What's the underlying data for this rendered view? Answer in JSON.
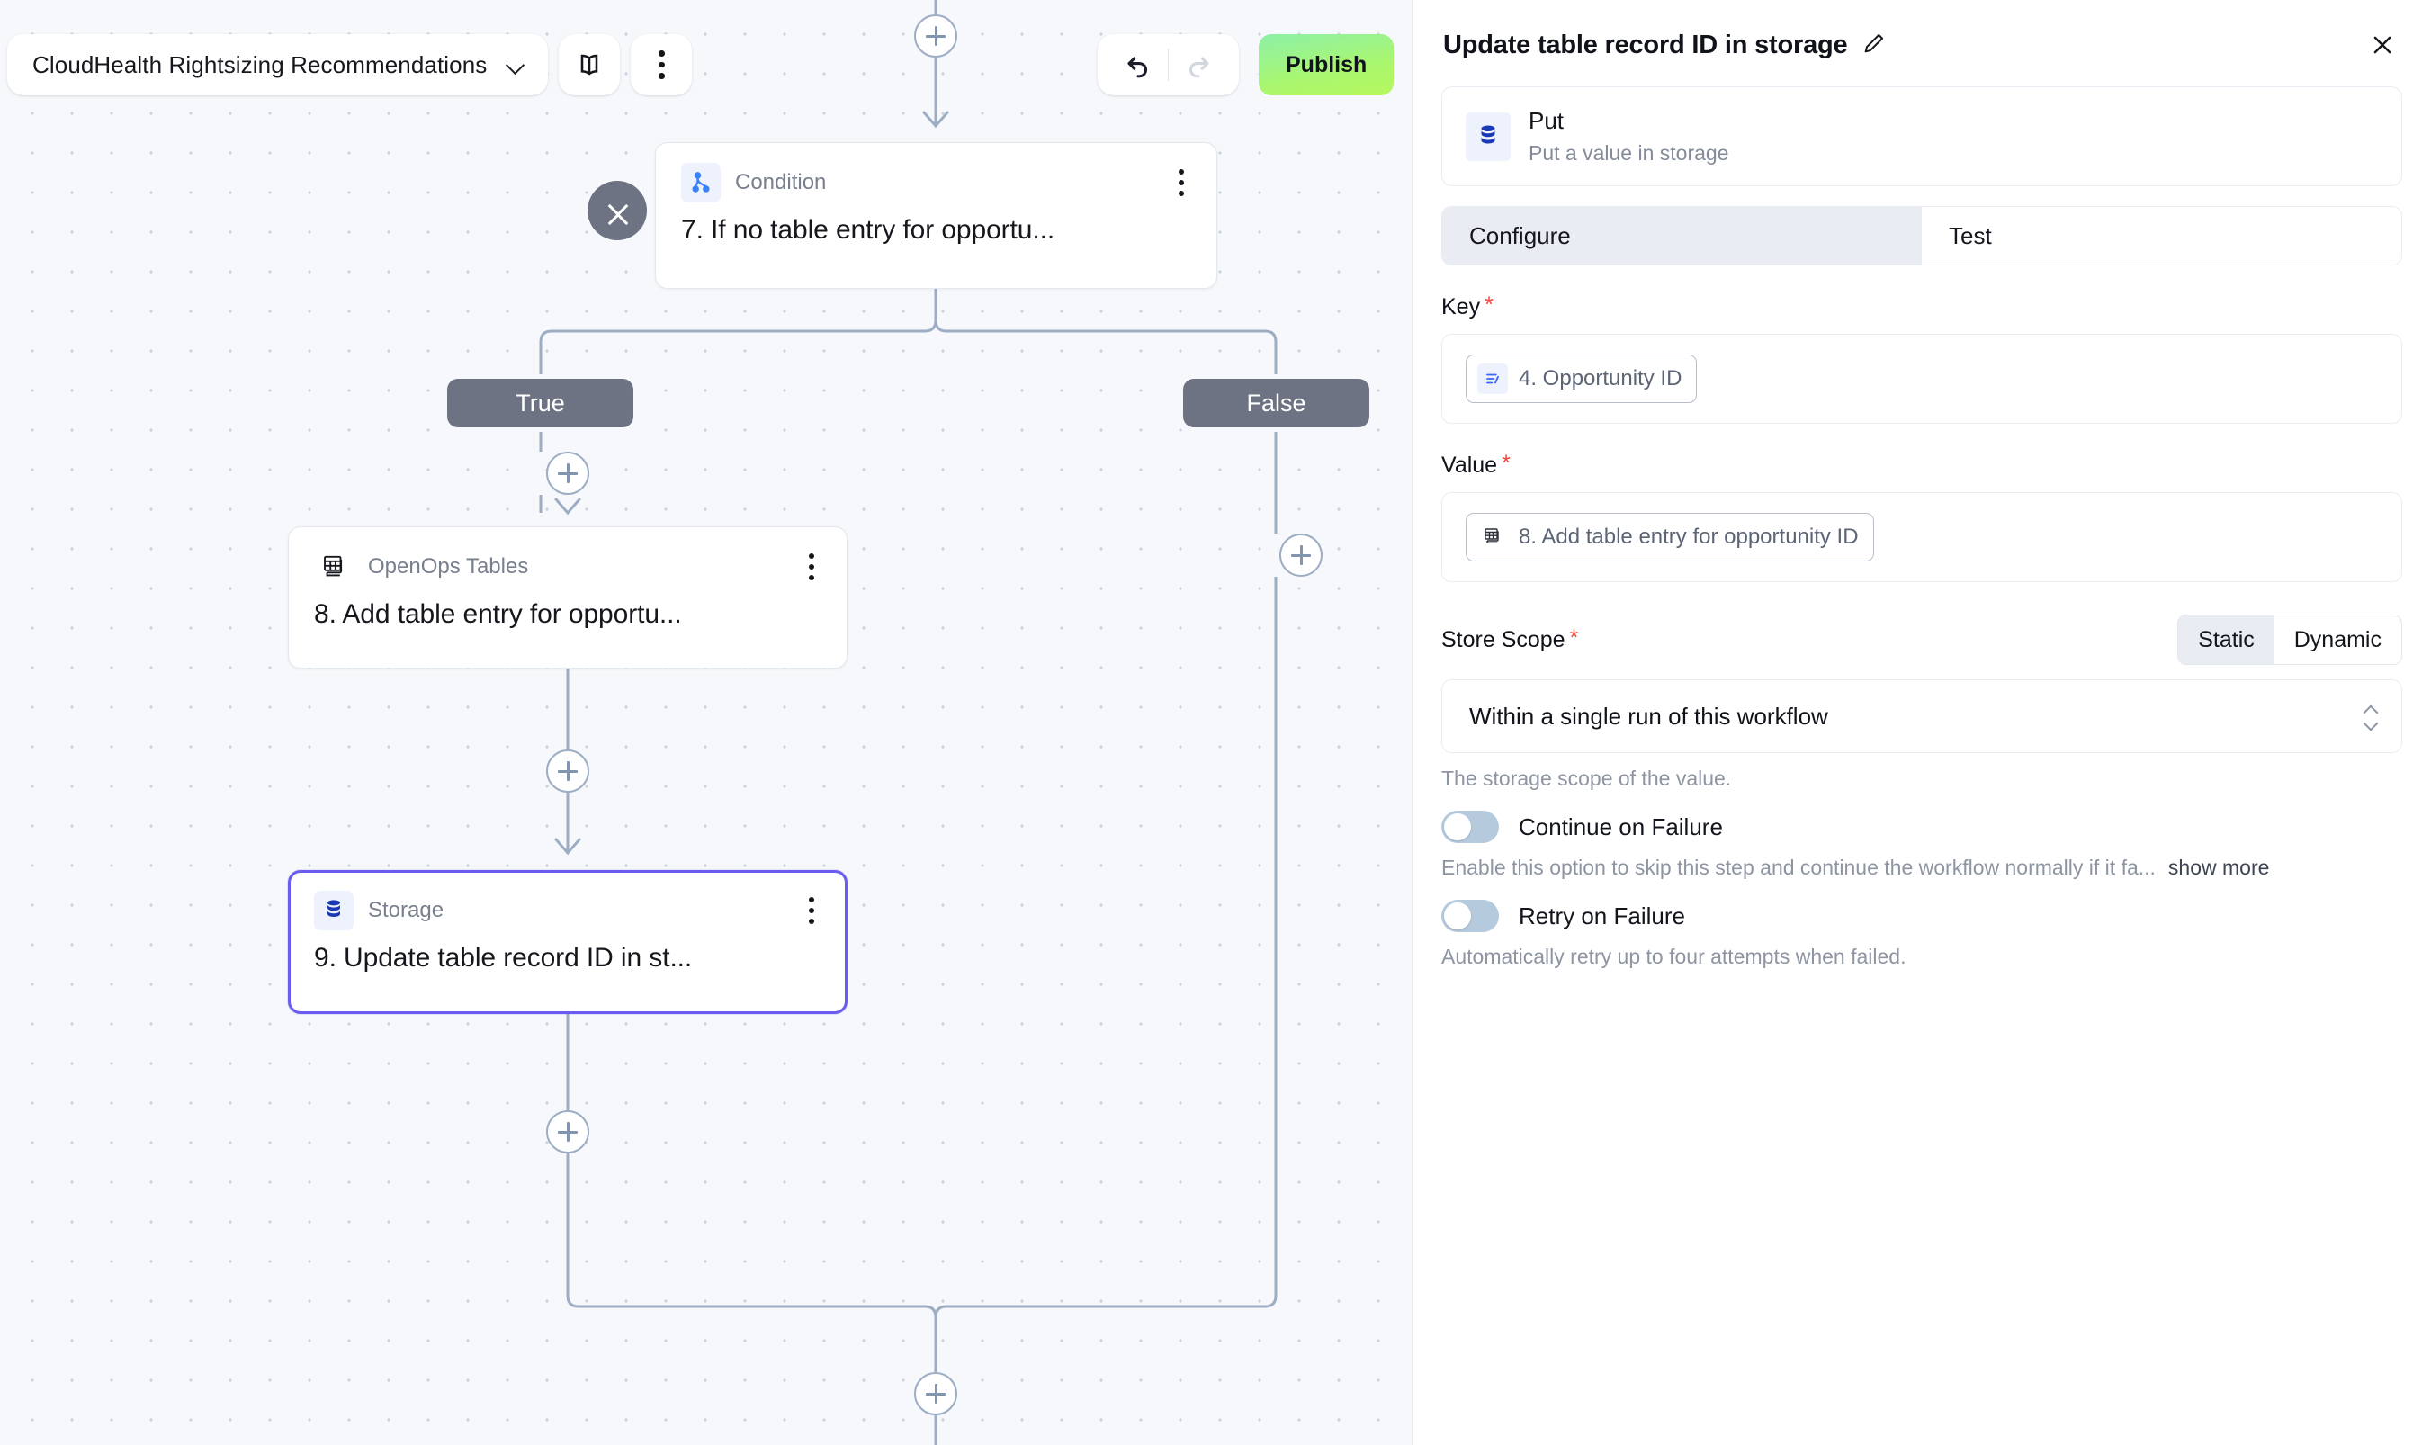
{
  "toolbar": {
    "workflow_name": "CloudHealth Rightsizing Recommendations",
    "chevron_icon": "chevron-down-icon",
    "docs_icon": "book-icon",
    "more_icon": "more-vertical-icon",
    "undo_icon": "undo-icon",
    "redo_icon": "redo-icon",
    "publish_label": "Publish",
    "publish_color": "#a9f66f"
  },
  "canvas": {
    "collapse_icon": "collapse-icon",
    "add_icon": "plus-icon",
    "nodes": [
      {
        "id": "condition",
        "type_label": "Condition",
        "name": "7. If no table entry for opportu...",
        "icon": "branch-icon",
        "selected": false
      },
      {
        "id": "tables",
        "type_label": "OpenOps Tables",
        "name": "8. Add table entry for opportu...",
        "icon": "table-stack-icon",
        "selected": false
      },
      {
        "id": "storage",
        "type_label": "Storage",
        "name": "9. Update table record ID in st...",
        "icon": "database-icon",
        "selected": true,
        "selected_color": "#6a5cf0"
      }
    ],
    "branches": [
      {
        "id": "true",
        "label": "True"
      },
      {
        "id": "false",
        "label": "False"
      }
    ]
  },
  "panel": {
    "title": "Update table record ID in storage",
    "edit_icon": "pencil-icon",
    "close_icon": "close-icon",
    "action": {
      "icon": "database-icon",
      "name": "Put",
      "description": "Put a value in storage"
    },
    "tabs": [
      {
        "id": "configure",
        "label": "Configure",
        "active": true
      },
      {
        "id": "test",
        "label": "Test",
        "active": false
      }
    ],
    "fields": {
      "key": {
        "label": "Key",
        "required": true,
        "chip_icon": "variable-icon",
        "chip_text": "4. Opportunity ID"
      },
      "value": {
        "label": "Value",
        "required": true,
        "chip_icon": "table-stack-icon",
        "chip_text": "8. Add table entry for opportunity ID"
      },
      "store_scope": {
        "label": "Store Scope",
        "required": true,
        "mode_options": [
          {
            "id": "static",
            "label": "Static",
            "active": true
          },
          {
            "id": "dynamic",
            "label": "Dynamic",
            "active": false
          }
        ],
        "selected": "Within a single run of this workflow",
        "helper": "The storage scope of the value."
      }
    },
    "options": [
      {
        "id": "continue-on-failure",
        "label": "Continue on Failure",
        "enabled": false,
        "description": "Enable this option to skip this step and continue the workflow normally if it fa...",
        "show_more_label": "show more"
      },
      {
        "id": "retry-on-failure",
        "label": "Retry on Failure",
        "enabled": false,
        "description": "Automatically retry up to four attempts when failed.",
        "show_more_label": ""
      }
    ]
  }
}
